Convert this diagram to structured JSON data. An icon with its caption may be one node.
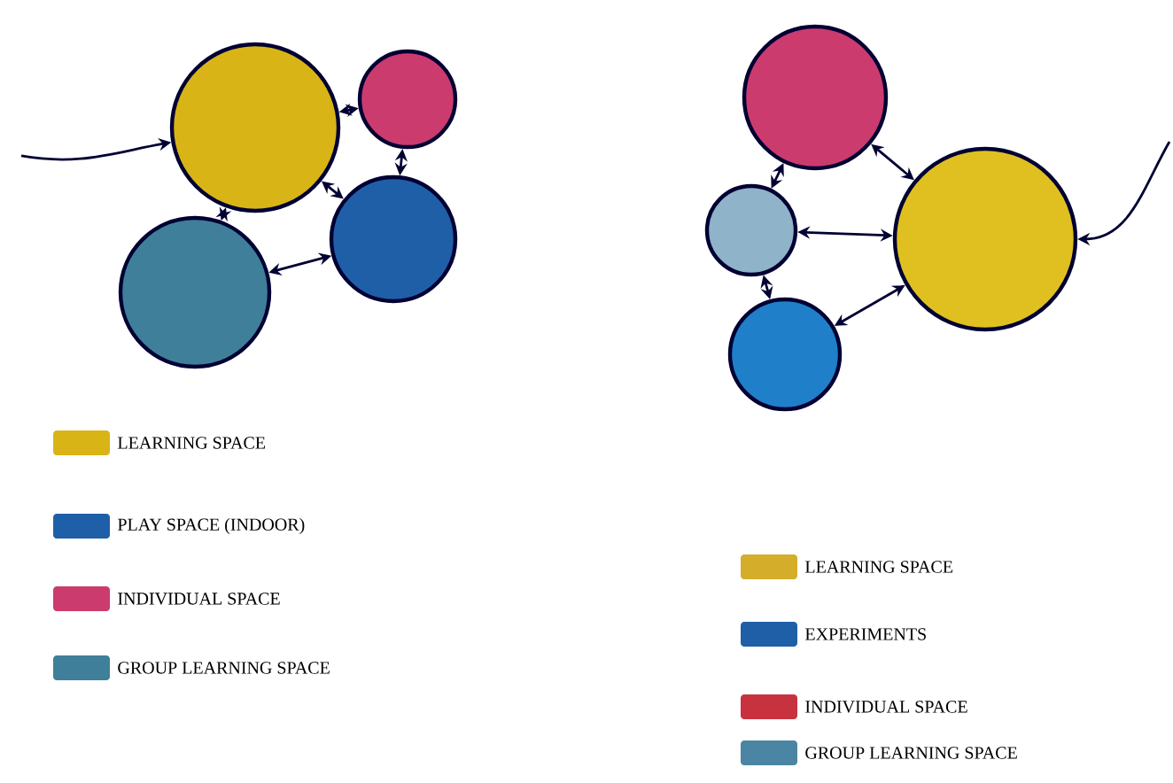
{
  "diagram": {
    "nodes": [
      {
        "text": [],
        "shape": "circle"
      },
      {
        "text": [],
        "shape": "circle"
      },
      {
        "text": [],
        "shape": "circle"
      },
      {
        "text": [],
        "shape": "circle"
      },
      {
        "text": [],
        "shape": "circle"
      },
      {
        "text": [],
        "shape": "circle"
      },
      {
        "text": [],
        "shape": "circle"
      },
      {
        "text": [],
        "shape": "circle"
      }
    ],
    "edges": [
      {
        "from": null,
        "to": 0,
        "arrow": "to"
      },
      {
        "from": 0,
        "to": 1,
        "arrow": "both"
      },
      {
        "from": 2,
        "to": 0,
        "arrow": "both"
      },
      {
        "from": 3,
        "to": 0,
        "arrow": "both"
      },
      {
        "from": 1,
        "to": 3,
        "arrow": "both"
      },
      {
        "from": 2,
        "to": 3,
        "arrow": "both"
      },
      {
        "from": null,
        "to": 5,
        "arrow": "to"
      },
      {
        "from": 4,
        "to": 5,
        "arrow": "both"
      },
      {
        "from": 4,
        "to": 6,
        "arrow": "both"
      },
      {
        "from": 6,
        "to": 5,
        "arrow": "both"
      },
      {
        "from": 6,
        "to": 7,
        "arrow": "both"
      },
      {
        "from": 7,
        "to": 5,
        "arrow": "both"
      }
    ],
    "legend": [
      {
        "text": "LEARNING SPACE",
        "color": "#d9b416"
      },
      {
        "text": "PLAY SPACE (INDOOR)",
        "color": "#1f5fa8"
      },
      {
        "text": "INDIVIDUAL SPACE",
        "color": "#cc3b6e"
      },
      {
        "text": "GROUP LEARNING SPACE",
        "color": "#3f7f99"
      },
      {
        "text": "LEARNING SPACE",
        "color": "#d4ad2a"
      },
      {
        "text": "EXPERIMENTS",
        "color": "#1f5fa8"
      },
      {
        "text": "INDIVIDUAL SPACE",
        "color": "#c8323f"
      },
      {
        "text": "GROUP LEARNING SPACE",
        "color": "#4a86a3"
      }
    ]
  }
}
